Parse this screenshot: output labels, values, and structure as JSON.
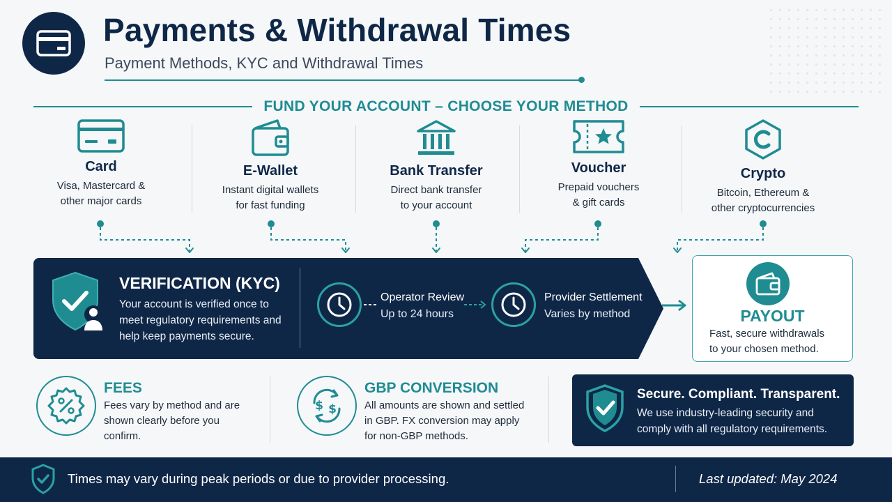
{
  "header": {
    "title": "Payments & Withdrawal Times",
    "subtitle": "Payment Methods, KYC and Withdrawal Times"
  },
  "section": {
    "title": "FUND YOUR ACCOUNT – CHOOSE YOUR METHOD"
  },
  "methods": [
    {
      "name": "Card",
      "desc1": "Visa, Mastercard &",
      "desc2": "other major cards",
      "icon": "credit-card-icon"
    },
    {
      "name": "E-Wallet",
      "desc1": "Instant digital wallets",
      "desc2": "for fast funding",
      "icon": "wallet-icon"
    },
    {
      "name": "Bank Transfer",
      "desc1": "Direct bank transfer",
      "desc2": "to your account",
      "icon": "bank-icon"
    },
    {
      "name": "Voucher",
      "desc1": "Prepaid vouchers",
      "desc2": "& gift cards",
      "icon": "voucher-icon"
    },
    {
      "name": "Crypto",
      "desc1": "Bitcoin, Ethereum &",
      "desc2": "other cryptocurrencies",
      "icon": "crypto-icon"
    }
  ],
  "verification": {
    "title": "VERIFICATION (KYC)",
    "desc": "Your account is verified once to meet regulatory requirements and help keep payments secure."
  },
  "steps": [
    {
      "title": "Operator Review",
      "sub": "Up to 24 hours"
    },
    {
      "title": "Provider Settlement",
      "sub": "Varies by method"
    }
  ],
  "payout": {
    "title": "PAYOUT",
    "desc1": "Fast, secure withdrawals",
    "desc2": "to your chosen method."
  },
  "fees": {
    "title": "FEES",
    "desc": "Fees vary by method and are shown clearly before you confirm."
  },
  "conversion": {
    "title": "GBP CONVERSION",
    "desc": "All amounts are shown and settled in GBP. FX conversion may apply for non-GBP methods."
  },
  "secure": {
    "title": "Secure. Compliant. Transparent.",
    "desc": "We use industry-leading security and comply with all regulatory requirements."
  },
  "footer": {
    "note": "Times may vary during peak periods or due to provider processing.",
    "updated": "Last updated: May 2024"
  },
  "colors": {
    "navy": "#0f2747",
    "teal": "#1f8c92",
    "background": "#f5f7f9"
  }
}
